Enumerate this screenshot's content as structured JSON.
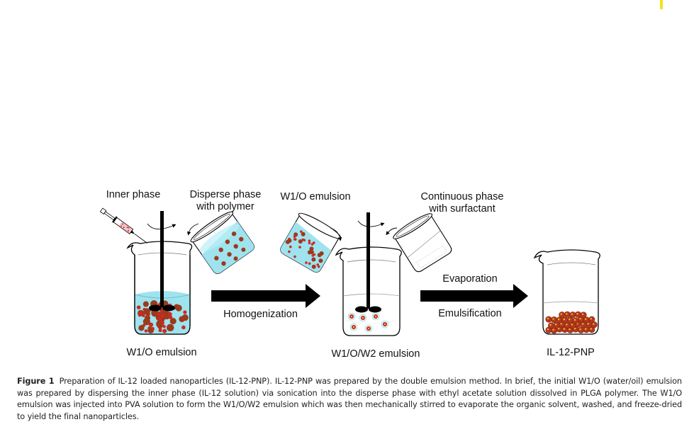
{
  "figure": {
    "steps": [
      {
        "id": "step1",
        "labels": {
          "inner_phase": "Inner phase",
          "disperse_phase": "Disperse phase\nwith polymer",
          "result": "W1/O emulsion"
        }
      },
      {
        "id": "step2",
        "labels": {
          "input": "W1/O emulsion",
          "continuous_phase": "Continuous phase\nwith surfactant",
          "result": "W1/O/W2 emulsion"
        }
      },
      {
        "id": "step3",
        "labels": {
          "result": "IL-12-PNP"
        }
      }
    ],
    "arrows": [
      {
        "id": "arrow1",
        "above": "",
        "below": "Homogenization"
      },
      {
        "id": "arrow2",
        "above": "Evaporation",
        "below": "Emulsification"
      }
    ],
    "icons": [
      "syringe-icon",
      "beaker-icon",
      "stirrer-icon",
      "rotation-arrow-icon",
      "pour-arrow-icon",
      "right-arrow-icon",
      "particle-icon"
    ],
    "colors": {
      "liquid": "#9ee3ee",
      "particle_dark": "#9b3a1c",
      "particle_red": "#cc2a22",
      "nanoparticle": "#b5381e",
      "core_yellow": "#e8c21a",
      "ink": "#000000"
    }
  },
  "caption": {
    "label": "Figure 1",
    "text": "Preparation of IL-12 loaded nanoparticles (IL-12-PNP). IL-12-PNP was prepared by the double emulsion method. In brief, the initial W1/O (water/oil) emulsion was prepared by dispersing the inner phase (IL-12 solution) via sonication into the disperse phase with ethyl acetate solution dissolved in PLGA polymer. The W1/O emulsion was injected into PVA solution to form the W1/O/W2 emulsion which was then mechanically stirred to evaporate the organic solvent, washed, and freeze-dried to yield the final nanoparticles."
  }
}
